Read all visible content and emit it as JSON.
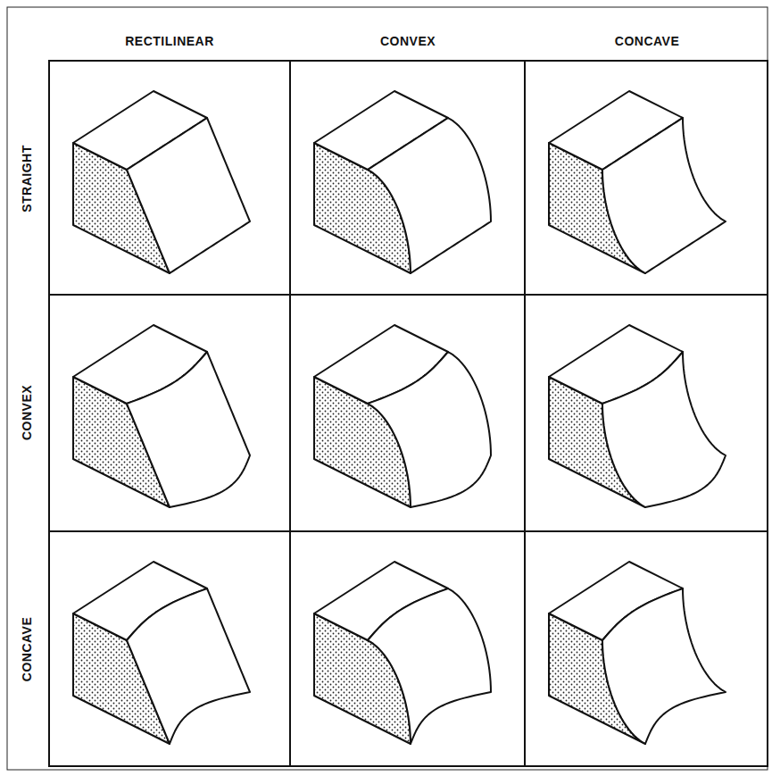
{
  "diagram": {
    "labels": [
      "RECTILINEAR",
      "CONVEX",
      "CONCAVE",
      "STRAIGHT",
      "CONVEX",
      "CONCAVE"
    ]
  }
}
